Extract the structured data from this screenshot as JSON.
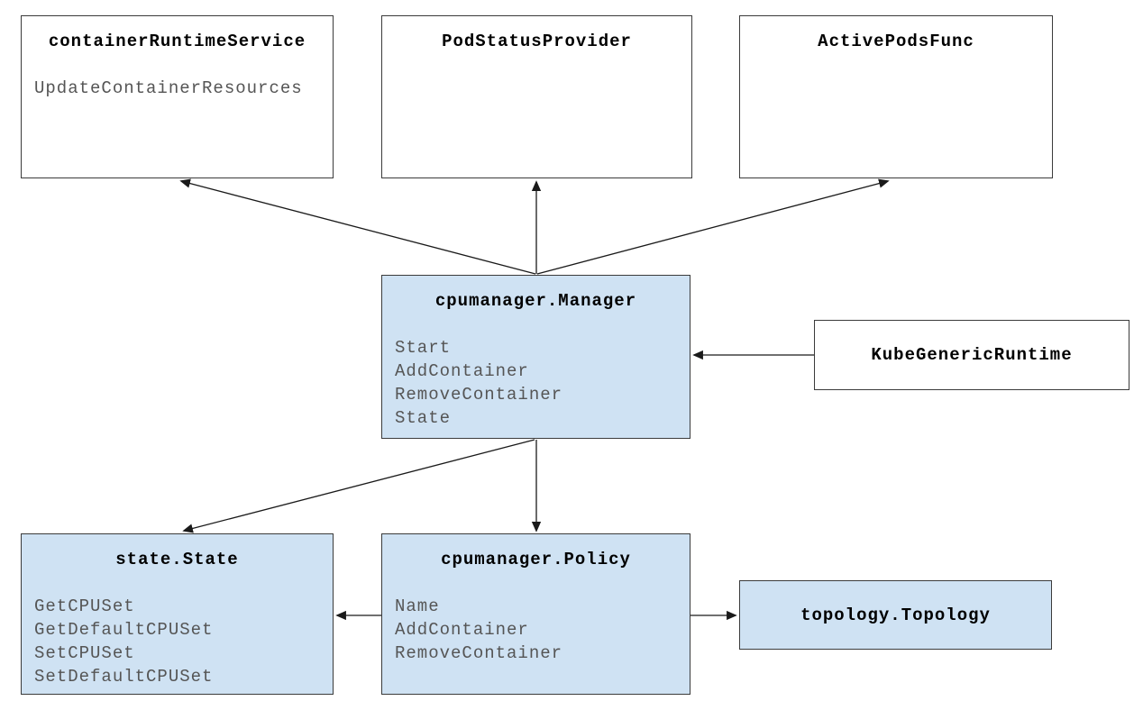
{
  "diagram": {
    "nodes": {
      "crs": {
        "title": "containerRuntimeService",
        "methods": [
          "UpdateContainerResources"
        ]
      },
      "psp": {
        "title": "PodStatusProvider"
      },
      "apf": {
        "title": "ActivePodsFunc"
      },
      "mgr": {
        "title": "cpumanager.Manager",
        "methods": [
          "Start",
          "AddContainer",
          "RemoveContainer",
          "State"
        ]
      },
      "kgr": {
        "title": "KubeGenericRuntime"
      },
      "state": {
        "title": "state.State",
        "methods": [
          "GetCPUSet",
          "GetDefaultCPUSet",
          "SetCPUSet",
          "SetDefaultCPUSet"
        ]
      },
      "policy": {
        "title": "cpumanager.Policy",
        "methods": [
          "Name",
          "AddContainer",
          "RemoveContainer"
        ]
      },
      "topo": {
        "title": "topology.Topology"
      }
    },
    "edges": [
      {
        "from": "cpumanager.Manager",
        "to": "containerRuntimeService"
      },
      {
        "from": "cpumanager.Manager",
        "to": "PodStatusProvider"
      },
      {
        "from": "cpumanager.Manager",
        "to": "ActivePodsFunc"
      },
      {
        "from": "KubeGenericRuntime",
        "to": "cpumanager.Manager"
      },
      {
        "from": "cpumanager.Manager",
        "to": "state.State"
      },
      {
        "from": "cpumanager.Manager",
        "to": "cpumanager.Policy"
      },
      {
        "from": "cpumanager.Policy",
        "to": "state.State"
      },
      {
        "from": "cpumanager.Policy",
        "to": "topology.Topology"
      }
    ],
    "colors": {
      "highlight_fill": "#cfe2f3",
      "default_fill": "#ffffff",
      "border": "#3b3b3b",
      "title_text": "#000000",
      "method_text": "#555555",
      "arrow": "#1a1a1a",
      "background": "#ffffff"
    }
  }
}
